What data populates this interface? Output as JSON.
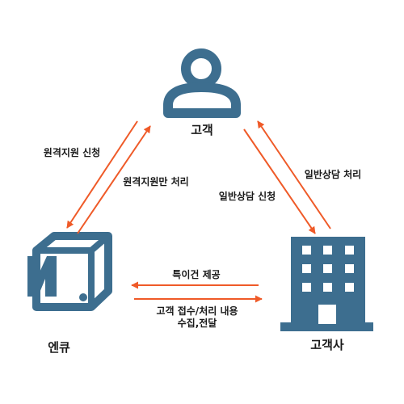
{
  "nodes": {
    "customer": {
      "label": "고객",
      "icon": "person-icon"
    },
    "ncube": {
      "label": "엔큐",
      "icon": "cube-n-icon"
    },
    "company": {
      "label": "고객사",
      "icon": "building-icon"
    }
  },
  "edges": {
    "remote_request": "원격지원 신청",
    "remote_only": "원격지원만 처리",
    "general_request": "일반상담 신청",
    "general_process": "일반상담 처리",
    "special_provide": "특이건 제공",
    "reception_line1": "고객 접수/처리 내용",
    "reception_line2": "수집,전달"
  },
  "colors": {
    "icon": "#3d6e8f",
    "arrow": "#ef5a28",
    "text": "#1a1a1a"
  }
}
